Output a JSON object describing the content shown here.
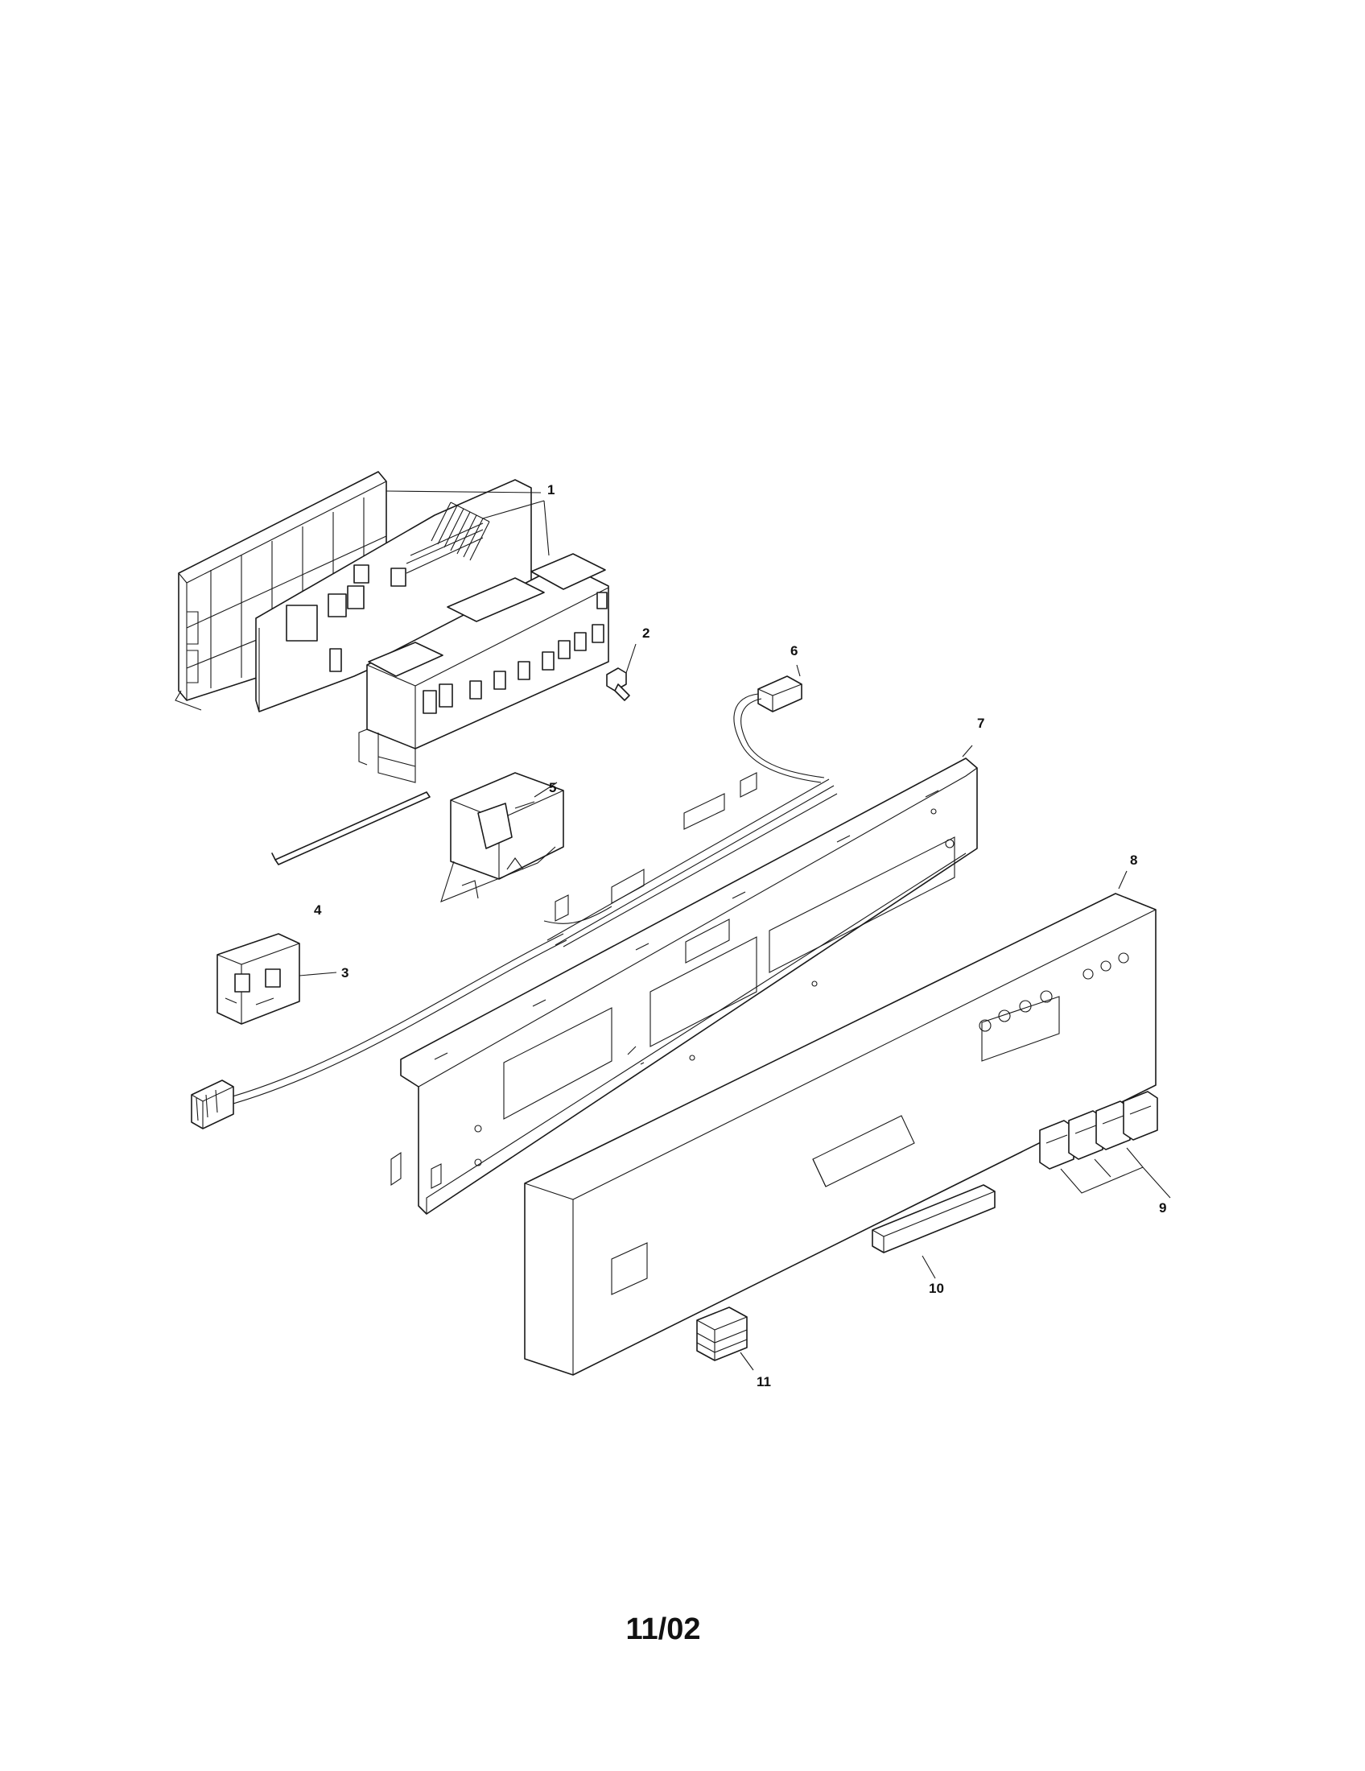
{
  "diagram": {
    "part_labels": [
      "1",
      "2",
      "3",
      "4",
      "5",
      "6",
      "7",
      "8",
      "9",
      "10",
      "11"
    ],
    "footer_date": "11/02"
  }
}
